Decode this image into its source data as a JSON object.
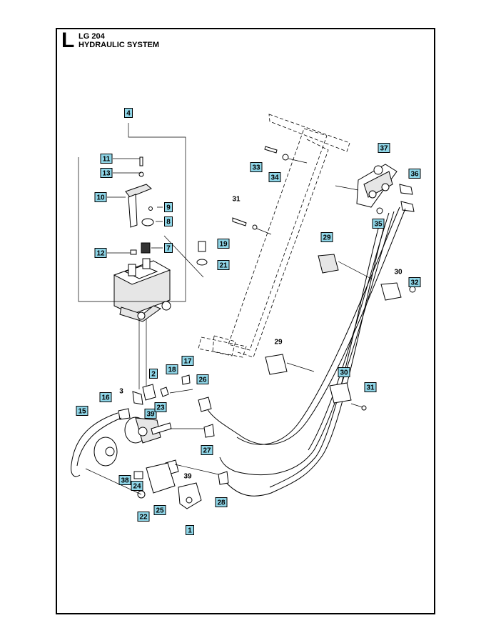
{
  "header": {
    "section_letter": "L",
    "model": "LG 204",
    "title": "HYDRAULIC SYSTEM"
  },
  "callouts": [
    {
      "id": "c4",
      "text": "4",
      "boxed": true
    },
    {
      "id": "c11",
      "text": "11",
      "boxed": true
    },
    {
      "id": "c13",
      "text": "13",
      "boxed": true
    },
    {
      "id": "c10",
      "text": "10",
      "boxed": true
    },
    {
      "id": "c9",
      "text": "9",
      "boxed": true
    },
    {
      "id": "c8",
      "text": "8",
      "boxed": true
    },
    {
      "id": "c7",
      "text": "7",
      "boxed": true
    },
    {
      "id": "c12",
      "text": "12",
      "boxed": true
    },
    {
      "id": "c19",
      "text": "19",
      "boxed": true
    },
    {
      "id": "c21",
      "text": "21",
      "boxed": true
    },
    {
      "id": "c33",
      "text": "33",
      "boxed": true
    },
    {
      "id": "c34",
      "text": "34",
      "boxed": true
    },
    {
      "id": "c31a",
      "text": "31",
      "boxed": false
    },
    {
      "id": "c37",
      "text": "37",
      "boxed": true
    },
    {
      "id": "c36",
      "text": "36",
      "boxed": true
    },
    {
      "id": "c35",
      "text": "35",
      "boxed": true
    },
    {
      "id": "c29a",
      "text": "29",
      "boxed": true
    },
    {
      "id": "c30a",
      "text": "30",
      "boxed": false
    },
    {
      "id": "c32",
      "text": "32",
      "boxed": true
    },
    {
      "id": "c29b",
      "text": "29",
      "boxed": false
    },
    {
      "id": "c17",
      "text": "17",
      "boxed": true
    },
    {
      "id": "c18",
      "text": "18",
      "boxed": true
    },
    {
      "id": "c2",
      "text": "2",
      "boxed": true
    },
    {
      "id": "c3",
      "text": "3",
      "boxed": false
    },
    {
      "id": "c26",
      "text": "26",
      "boxed": true
    },
    {
      "id": "c30b",
      "text": "30",
      "boxed": true
    },
    {
      "id": "c31b",
      "text": "31",
      "boxed": true
    },
    {
      "id": "c16",
      "text": "16",
      "boxed": true
    },
    {
      "id": "c15",
      "text": "15",
      "boxed": true
    },
    {
      "id": "c39a",
      "text": "39",
      "boxed": true
    },
    {
      "id": "c23",
      "text": "23",
      "boxed": true
    },
    {
      "id": "c27",
      "text": "27",
      "boxed": true
    },
    {
      "id": "c39b",
      "text": "39",
      "boxed": false
    },
    {
      "id": "c38",
      "text": "38",
      "boxed": true
    },
    {
      "id": "c24",
      "text": "24",
      "boxed": true
    },
    {
      "id": "c28",
      "text": "28",
      "boxed": true
    },
    {
      "id": "c22",
      "text": "22",
      "boxed": true
    },
    {
      "id": "c25",
      "text": "25",
      "boxed": true
    },
    {
      "id": "c1",
      "text": "1",
      "boxed": true
    }
  ]
}
